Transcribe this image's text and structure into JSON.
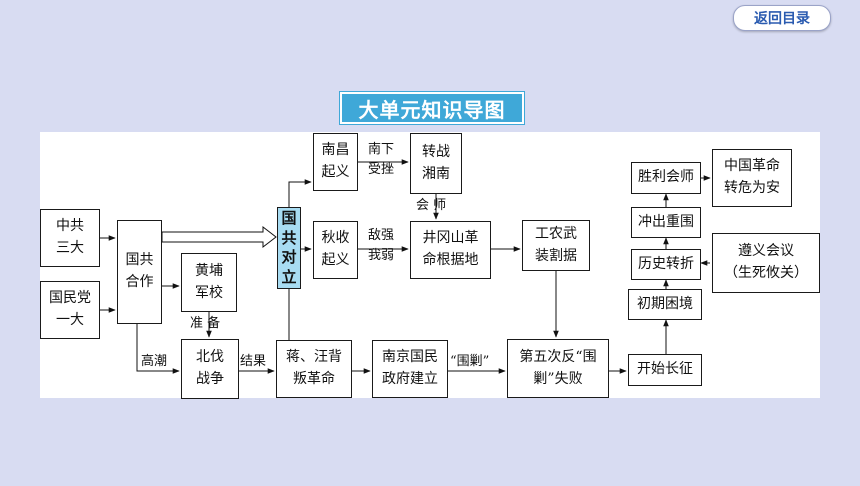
{
  "nav": {
    "back_label": "返回目录"
  },
  "title": "大单元知识导图",
  "nodes": {
    "zhonggong": "中共\n三大",
    "guomindang": "国民党\n一大",
    "guogong": "国共\n合作",
    "huangpu": "黄埔\n军校",
    "beifa": "北伐\n战争",
    "duili": "国\n共\n对\n立",
    "nanchang": "南昌\n起义",
    "zhuanzhan": "转战\n湘南",
    "qiushou": "秋收\n起义",
    "jinggang": "井冈山革\n命根据地",
    "gongnong": "工农武\n装割据",
    "jiangwang": "蒋、汪背\n叛革命",
    "nanjing": "南京国民\n政府建立",
    "diwuci": "第五次反“围\n剿”失败",
    "kaishi": "开始长征",
    "chuqi": "初期困境",
    "lishi": "历史转折",
    "zunyi": "遵义会议\n（生死攸关）",
    "chongchu": "冲出重围",
    "shengli": "胜利会师",
    "zhuanwei": "中国革命\n转危为安"
  },
  "labels": {
    "nanxia": "南下\n受挫",
    "huishi": "会 师",
    "diqiang": "敌强\n我弱",
    "zhunbei": "准 备",
    "gaochao": "高潮",
    "jieguo": "结果",
    "weijiao": "“围剿”"
  },
  "colors": {
    "background": "#d8dcf2",
    "accent": "#3fa8d8",
    "highlight": "#a8dcf2",
    "back_text": "#2a5bb0"
  }
}
